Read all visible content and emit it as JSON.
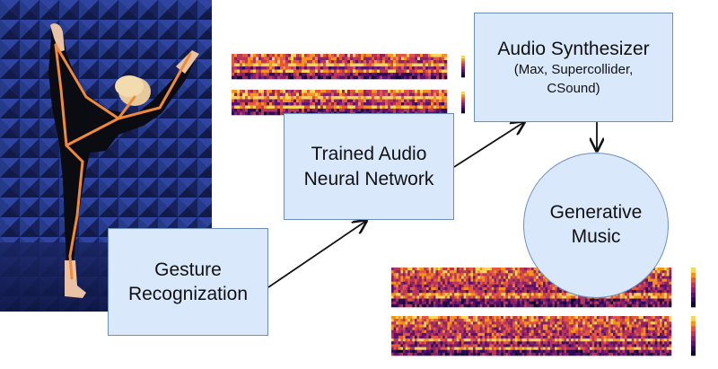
{
  "diagram": {
    "nodes": {
      "gesture": {
        "label_line1": "Gesture",
        "label_line2": "Recognization"
      },
      "network": {
        "label_line1": "Trained Audio",
        "label_line2": "Neural Network"
      },
      "synth": {
        "title": "Audio Synthesizer",
        "sub_line1": "(Max, Supercollider,",
        "sub_line2": "CSound)"
      },
      "music": {
        "label_line1": "Generative",
        "label_line2": "Music"
      }
    },
    "edges": [
      {
        "from": "gesture",
        "to": "network"
      },
      {
        "from": "network",
        "to": "synth"
      },
      {
        "from": "synth",
        "to": "music"
      }
    ]
  },
  "colors": {
    "box_fill": "#dae8fc",
    "box_border": "#6c8ebf",
    "arrow": "#111111",
    "skeleton": "#f08a3a",
    "photo_background": "#1d2a6b"
  },
  "images": [
    "dancer-photo-with-skeleton-overlay",
    "small-spectrogram-pair",
    "large-spectrogram-pair"
  ]
}
